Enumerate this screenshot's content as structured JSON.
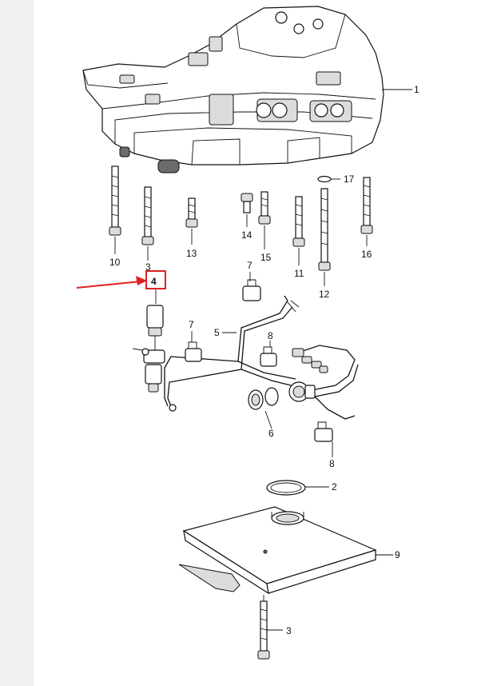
{
  "callouts": [
    {
      "id": "1",
      "label": "1"
    },
    {
      "id": "17",
      "label": "17"
    },
    {
      "id": "10",
      "label": "10"
    },
    {
      "id": "3a",
      "label": "3"
    },
    {
      "id": "13",
      "label": "13"
    },
    {
      "id": "14",
      "label": "14"
    },
    {
      "id": "15",
      "label": "15"
    },
    {
      "id": "11",
      "label": "11"
    },
    {
      "id": "12",
      "label": "12"
    },
    {
      "id": "16",
      "label": "16"
    },
    {
      "id": "4",
      "label": "4"
    },
    {
      "id": "7a",
      "label": "7"
    },
    {
      "id": "7b",
      "label": "7"
    },
    {
      "id": "5",
      "label": "5"
    },
    {
      "id": "8a",
      "label": "8"
    },
    {
      "id": "6",
      "label": "6"
    },
    {
      "id": "8b",
      "label": "8"
    },
    {
      "id": "2",
      "label": "2"
    },
    {
      "id": "9",
      "label": "9"
    },
    {
      "id": "3b",
      "label": "3"
    }
  ],
  "highlight": {
    "target": "4",
    "color": "#e02020"
  }
}
